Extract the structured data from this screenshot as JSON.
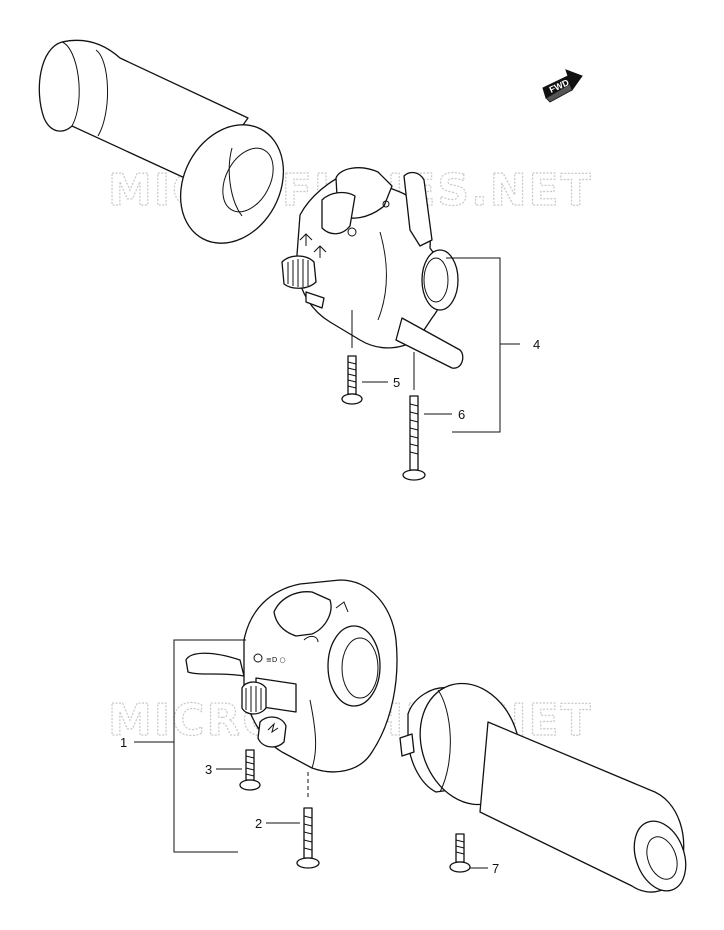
{
  "watermark": "MICROFICHES.NET",
  "fwd_label": "FWD",
  "callouts": {
    "p1": "1",
    "p2": "2",
    "p3": "3",
    "p4": "4",
    "p5": "5",
    "p6": "6",
    "p7": "7"
  }
}
